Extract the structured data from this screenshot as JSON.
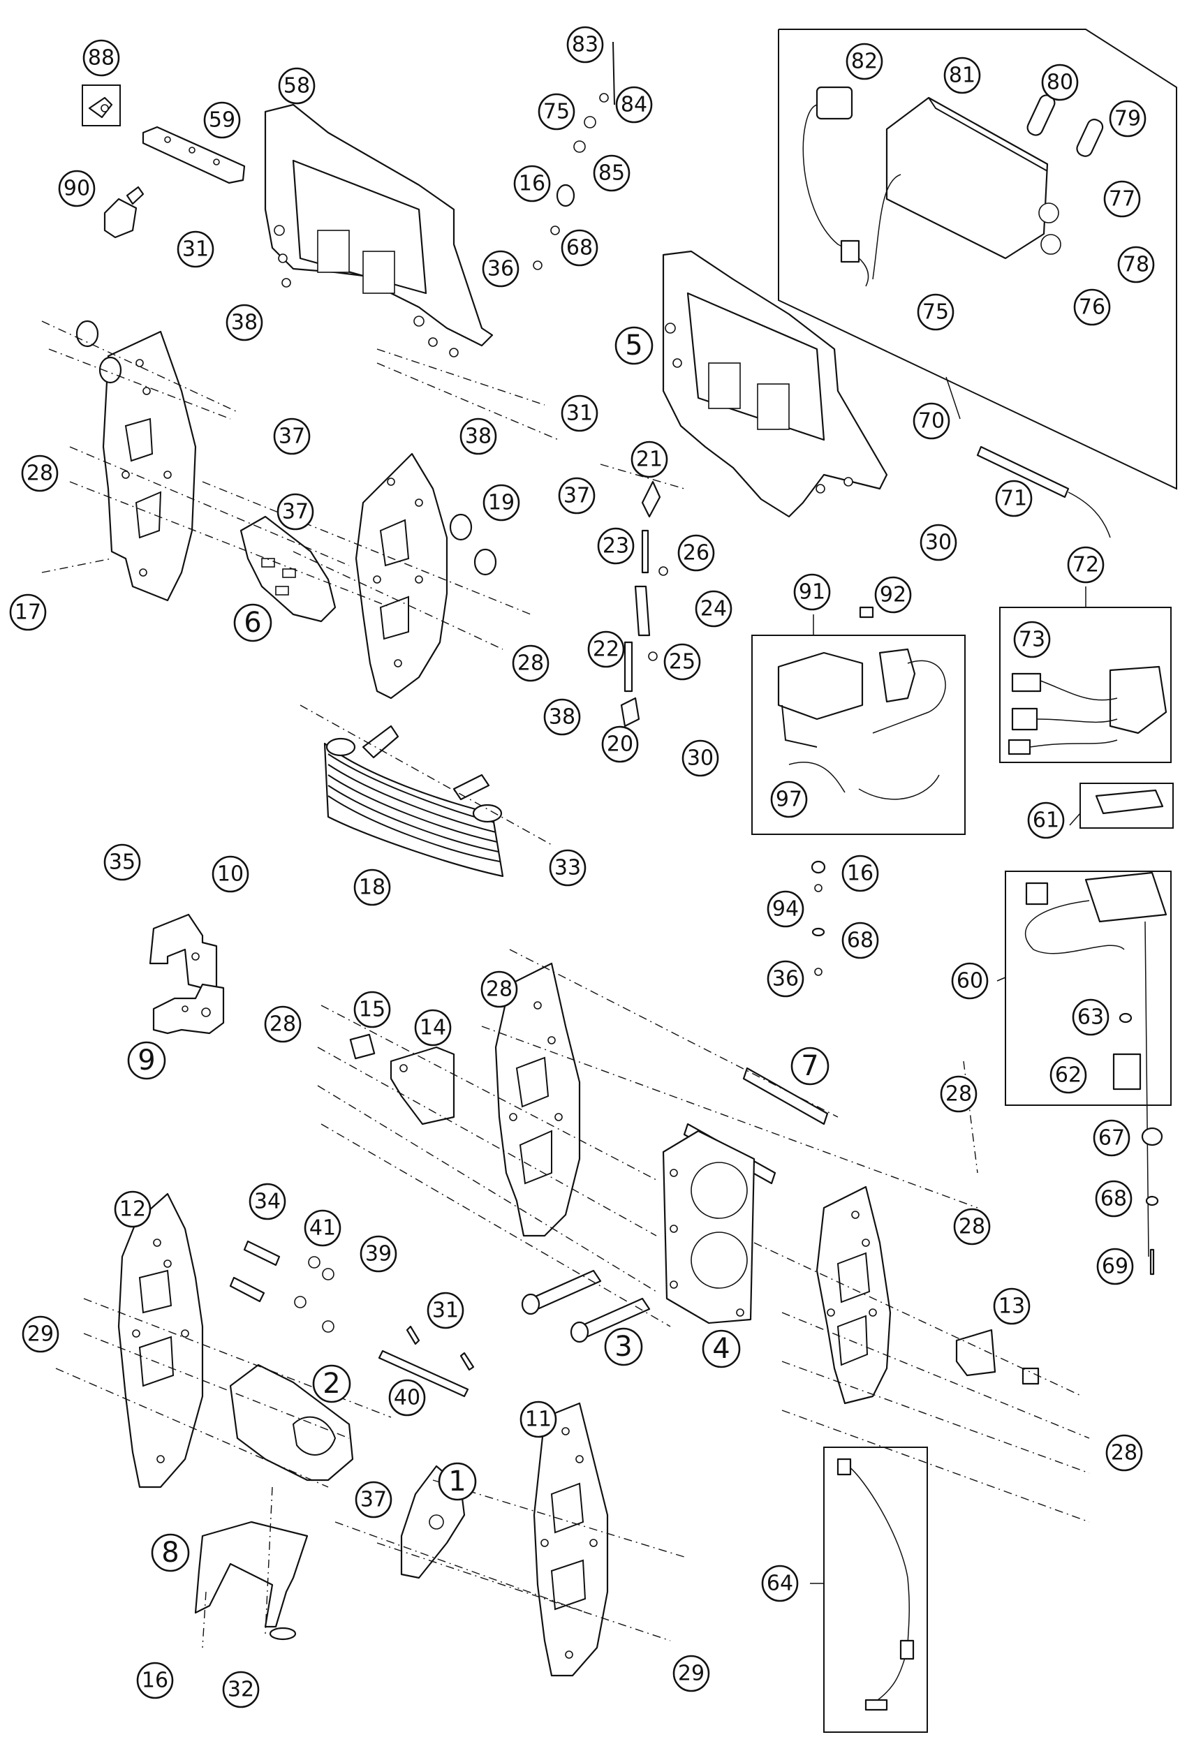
{
  "callouts": [
    {
      "id": "88",
      "label": "88"
    },
    {
      "id": "58",
      "label": "58"
    },
    {
      "id": "59",
      "label": "59"
    },
    {
      "id": "90",
      "label": "90"
    },
    {
      "id": "31a",
      "label": "31"
    },
    {
      "id": "38a",
      "label": "38"
    },
    {
      "id": "83",
      "label": "83"
    },
    {
      "id": "84",
      "label": "84"
    },
    {
      "id": "75a",
      "label": "75"
    },
    {
      "id": "85",
      "label": "85"
    },
    {
      "id": "16a",
      "label": "16"
    },
    {
      "id": "68a",
      "label": "68"
    },
    {
      "id": "36a",
      "label": "36"
    },
    {
      "id": "82",
      "label": "82"
    },
    {
      "id": "81",
      "label": "81"
    },
    {
      "id": "80",
      "label": "80"
    },
    {
      "id": "79",
      "label": "79"
    },
    {
      "id": "77",
      "label": "77"
    },
    {
      "id": "78",
      "label": "78"
    },
    {
      "id": "76",
      "label": "76"
    },
    {
      "id": "75b",
      "label": "75"
    },
    {
      "id": "70",
      "label": "70"
    },
    {
      "id": "71",
      "label": "71"
    },
    {
      "id": "37a",
      "label": "37"
    },
    {
      "id": "28a",
      "label": "28"
    },
    {
      "id": "37b",
      "label": "37"
    },
    {
      "id": "19",
      "label": "19"
    },
    {
      "id": "38b",
      "label": "38"
    },
    {
      "id": "31b",
      "label": "31"
    },
    {
      "id": "17",
      "label": "17"
    },
    {
      "id": "28b",
      "label": "28"
    },
    {
      "id": "21",
      "label": "21"
    },
    {
      "id": "37c",
      "label": "37"
    },
    {
      "id": "23",
      "label": "23"
    },
    {
      "id": "26",
      "label": "26"
    },
    {
      "id": "24",
      "label": "24"
    },
    {
      "id": "22",
      "label": "22"
    },
    {
      "id": "25",
      "label": "25"
    },
    {
      "id": "38c",
      "label": "38"
    },
    {
      "id": "20",
      "label": "20"
    },
    {
      "id": "30a",
      "label": "30"
    },
    {
      "id": "30b",
      "label": "30"
    },
    {
      "id": "33",
      "label": "33"
    },
    {
      "id": "18",
      "label": "18"
    },
    {
      "id": "91",
      "label": "91"
    },
    {
      "id": "92",
      "label": "92"
    },
    {
      "id": "97",
      "label": "97"
    },
    {
      "id": "72",
      "label": "72"
    },
    {
      "id": "73",
      "label": "73"
    },
    {
      "id": "61",
      "label": "61"
    },
    {
      "id": "16b",
      "label": "16"
    },
    {
      "id": "94",
      "label": "94"
    },
    {
      "id": "68b",
      "label": "68"
    },
    {
      "id": "36b",
      "label": "36"
    },
    {
      "id": "60",
      "label": "60"
    },
    {
      "id": "63",
      "label": "63"
    },
    {
      "id": "62",
      "label": "62"
    },
    {
      "id": "67",
      "label": "67"
    },
    {
      "id": "68c",
      "label": "68"
    },
    {
      "id": "69",
      "label": "69"
    },
    {
      "id": "35",
      "label": "35"
    },
    {
      "id": "10",
      "label": "10"
    },
    {
      "id": "28c",
      "label": "28"
    },
    {
      "id": "15",
      "label": "15"
    },
    {
      "id": "14",
      "label": "14"
    },
    {
      "id": "28d",
      "label": "28"
    },
    {
      "id": "28e",
      "label": "28"
    },
    {
      "id": "28f",
      "label": "28"
    },
    {
      "id": "12",
      "label": "12"
    },
    {
      "id": "34",
      "label": "34"
    },
    {
      "id": "41",
      "label": "41"
    },
    {
      "id": "39",
      "label": "39"
    },
    {
      "id": "29a",
      "label": "29"
    },
    {
      "id": "31c",
      "label": "31"
    },
    {
      "id": "40",
      "label": "40"
    },
    {
      "id": "13",
      "label": "13"
    },
    {
      "id": "11",
      "label": "11"
    },
    {
      "id": "28g",
      "label": "28"
    },
    {
      "id": "37d",
      "label": "37"
    },
    {
      "id": "16c",
      "label": "16"
    },
    {
      "id": "32",
      "label": "32"
    },
    {
      "id": "29b",
      "label": "29"
    },
    {
      "id": "64",
      "label": "64"
    }
  ],
  "plain_labels": [
    {
      "id": "5",
      "label": "5"
    },
    {
      "id": "6",
      "label": "6"
    },
    {
      "id": "9",
      "label": "9"
    },
    {
      "id": "7",
      "label": "7"
    },
    {
      "id": "3",
      "label": "3"
    },
    {
      "id": "4",
      "label": "4"
    },
    {
      "id": "2",
      "label": "2"
    },
    {
      "id": "1",
      "label": "1"
    },
    {
      "id": "8",
      "label": "8"
    }
  ]
}
